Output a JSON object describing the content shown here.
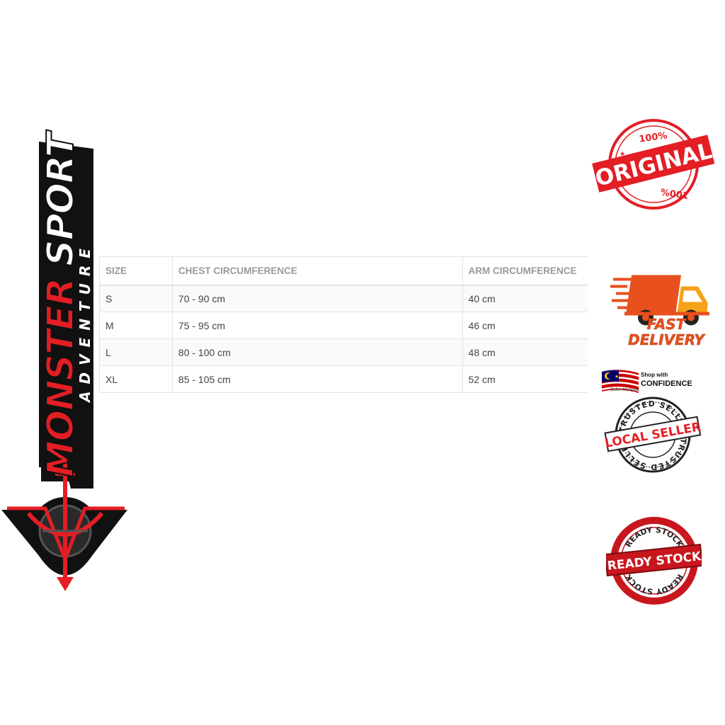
{
  "logo": {
    "brand_word1": "MONSTER",
    "brand_word2": "SPORT",
    "tagline": "ADVENTURE",
    "colors": {
      "red": "#e31e24",
      "black": "#111111"
    }
  },
  "size_chart": {
    "headers": [
      "SIZE",
      "CHEST CIRCUMFERENCE",
      "ARM CIRCUMFERENCE"
    ],
    "rows": [
      {
        "size": "S",
        "chest": "70 - 90 cm",
        "arm": "40 cm"
      },
      {
        "size": "M",
        "chest": "75 - 95 cm",
        "arm": "46 cm"
      },
      {
        "size": "L",
        "chest": "80 - 100 cm",
        "arm": "48 cm"
      },
      {
        "size": "XL",
        "chest": "85 - 105 cm",
        "arm": "52 cm"
      }
    ]
  },
  "badges": {
    "original": {
      "top_text": "100%",
      "main": "ORIGINAL",
      "bottom_text": "100%",
      "color": "#e31e24"
    },
    "delivery": {
      "line1": "FAST",
      "line2": "DELIVERY",
      "color": "#e8501d"
    },
    "confidence": {
      "line1": "Shop with",
      "line2": "CONFIDENCE",
      "small": "Seller Malaysia"
    },
    "local_seller": {
      "ring_top": "TRUSTED SELLER",
      "main": "LOCAL SELLER",
      "ring_bottom": "TRUSTED SELLER"
    },
    "ready_stock": {
      "ring_top": "READY STOCK",
      "main": "READY STOCK",
      "ring_bottom": "READY STOCK",
      "color": "#c8161d"
    }
  }
}
